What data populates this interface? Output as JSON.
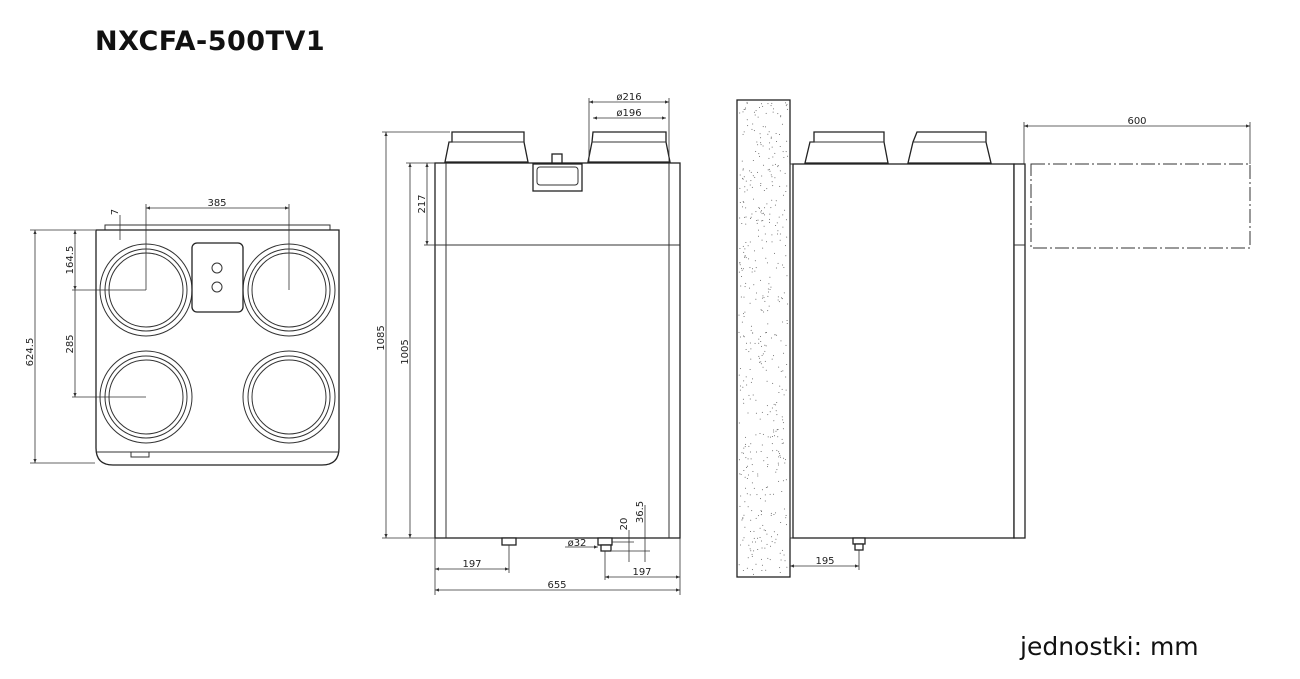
{
  "title": "NXCFA-500TV1",
  "units_label": "jednostki: mm",
  "top_view": {
    "width_between_centers": "385",
    "edge_offset": "7",
    "top_to_center": "164.5",
    "center_spacing": "285",
    "depth": "624.5"
  },
  "front_view": {
    "duct_outer_diameter": "ø216",
    "duct_inner_diameter": "ø196",
    "total_height": "1085",
    "body_height": "1005",
    "top_section": "217",
    "drain_diameter": "ø32",
    "drain_offset_a": "20",
    "drain_offset_b": "36.5",
    "drain_left": "197",
    "drain_right": "197",
    "width": "655"
  },
  "side_view": {
    "service_clearance": "600",
    "drain_from_wall": "195"
  }
}
